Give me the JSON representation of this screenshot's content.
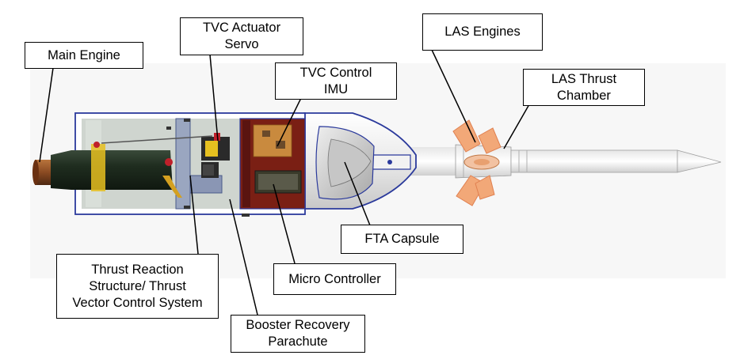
{
  "labels": {
    "main_engine": "Main Engine",
    "tvc_actuator_servo": "TVC Actuator\nServo",
    "tvc_control_imu": "TVC Control\nIMU",
    "las_engines": "LAS Engines",
    "las_thrust_chamber": "LAS Thrust\nChamber",
    "fta_capsule": "FTA Capsule",
    "micro_controller": "Micro Controller",
    "thrust_reaction_structure": "Thrust Reaction\nStructure/ Thrust\nVector Control System",
    "booster_recovery_parachute": "Booster Recovery\nParachute"
  },
  "colors": {
    "background_panel": "#f7f7f7",
    "body_outline": "#2b3a9c",
    "body_interior": "#cfd5cf",
    "engine_green": "#1f2d1f",
    "nozzle_brown": "#8a4a22",
    "board_red": "#7a1f14",
    "imu_orange": "#c98a3e",
    "las_orange": "#f2a878"
  }
}
